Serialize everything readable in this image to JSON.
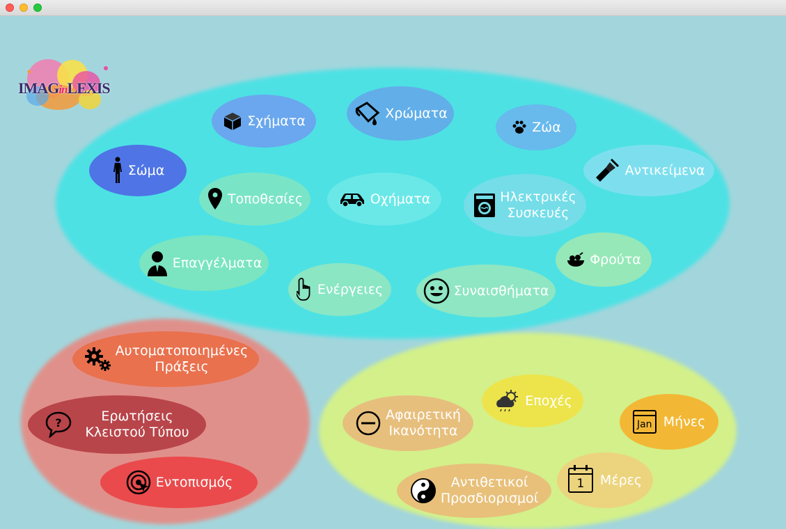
{
  "window": {
    "title": ""
  },
  "logo": {
    "text_a": "IMAG",
    "text_b": "in",
    "text_c": "LEXIS"
  },
  "categories": {
    "soma": "Σώμα",
    "schimata": "Σχήματα",
    "chromata": "Χρώματα",
    "zoa": "Ζώα",
    "antikeimena": "Αντικείμενα",
    "topothesies": "Τοποθεσίες",
    "ochimata": "Οχήματα",
    "ilektrikes": "Ηλεκτρικές\nΣυσκευές",
    "epaggelmata": "Επαγγέλματα",
    "energeies": "Ενέργειες",
    "synaisthimata": "Συναισθήματα",
    "frouta": "Φρούτα"
  },
  "actions": {
    "automatopoiimenes": "Αυτοματοποιημένες\nΠράξεις",
    "erotiseis": "Ερωτήσεις\nΚλειστού Τύπου",
    "entopismos": "Εντοπισμός"
  },
  "concepts": {
    "afairetiki": "Αφαιρετική\nΙκανότητα",
    "epoches": "Εποχές",
    "mines": "Μήνες",
    "antithetikoi": "Αντιθετικοί\nΠροσδιορισμοί",
    "meres": "Μέρες",
    "calendar_icon_text": "Jan",
    "day_icon_text": "1"
  },
  "colors": {
    "background": "#a3d6dc",
    "group_cyan": "#4de1e4",
    "group_red": "#e0908a",
    "group_yellow": "#d3f08a"
  }
}
